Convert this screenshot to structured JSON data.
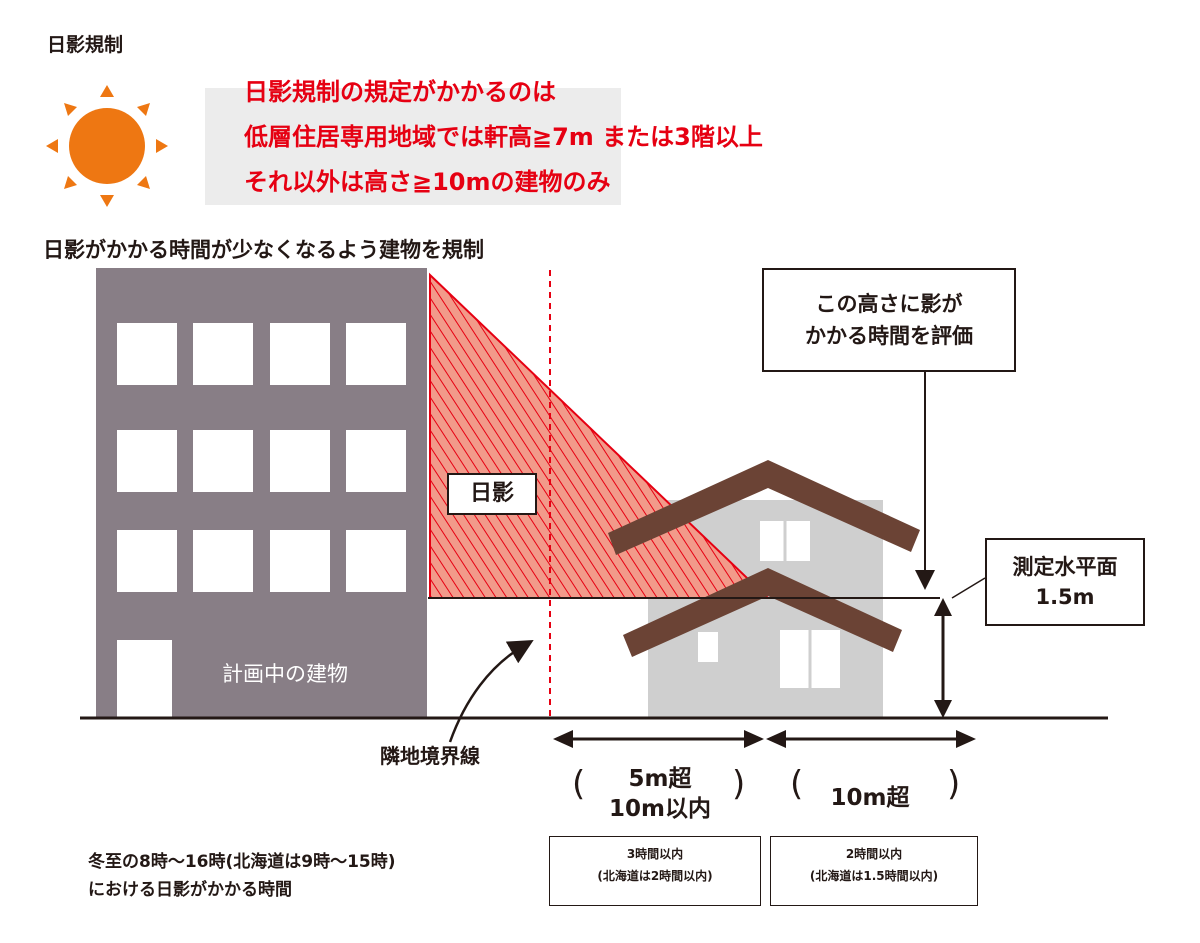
{
  "title": "日影規制",
  "callout": {
    "line1": "日影規制の規定がかかるのは",
    "line2": "低層住居専用地域では軒高≧7m または3階以上",
    "line3": "それ以外は高さ≧10mの建物のみ"
  },
  "subtitle": "日影がかかる時間が少なくなるよう建物を規制",
  "labels": {
    "shadow": "日影",
    "planned_building": "計画中の建物",
    "boundary_line": "隣地境界線",
    "evaluate_line1": "この高さに影が",
    "evaluate_line2": "かかる時間を評価",
    "plane_line1": "測定水平面",
    "plane_line2": "1.5m"
  },
  "zones": {
    "near_line1": "5m超",
    "near_line2": "10m以内",
    "far": "10m超",
    "paren_open": "(",
    "paren_close": ")"
  },
  "hours": {
    "near_line1": "3時間以内",
    "near_line2": "(北海道は2時間以内)",
    "far_line1": "2時間以内",
    "far_line2": "(北海道は1.5時間以内)"
  },
  "note": {
    "line1": "冬至の8時～16時(北海道は9時～15時)",
    "line2": "における日影がかかる時間"
  },
  "colors": {
    "accent_red": "#e60012",
    "building": "#887e86",
    "roof": "#6b4335",
    "house_wall": "#cfcfcf",
    "sun": "#ee7712"
  },
  "icons": [
    "sun-icon"
  ]
}
